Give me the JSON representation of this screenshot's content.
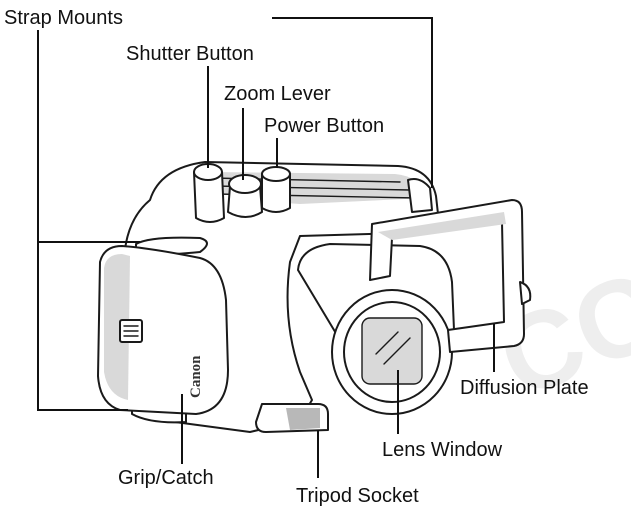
{
  "diagram": {
    "labels": {
      "strap_mounts": "Strap Mounts",
      "shutter_button": "Shutter Button",
      "zoom_lever": "Zoom Lever",
      "power_button": "Power Button",
      "diffusion_plate": "Diffusion Plate",
      "lens_window": "Lens Window",
      "grip_catch": "Grip/Catch",
      "tripod_socket": "Tripod Socket"
    },
    "housing_brand": "Canon",
    "watermark": "CO"
  }
}
